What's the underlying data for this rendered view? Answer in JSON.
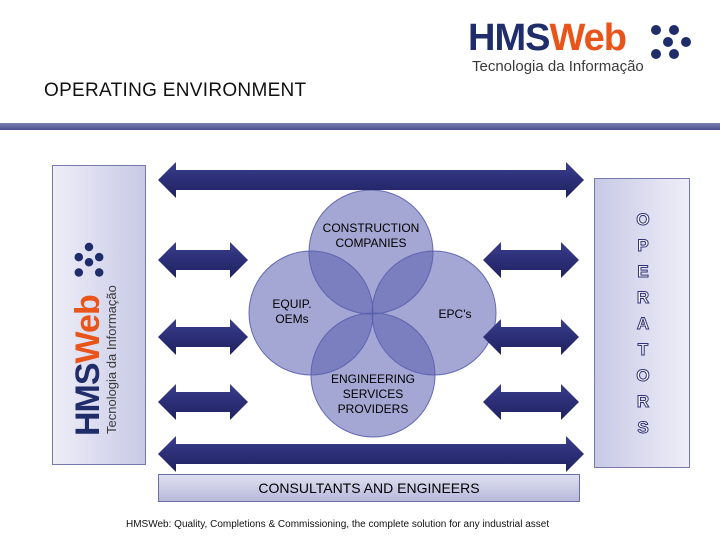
{
  "logo": {
    "brand_hms": "HMS",
    "brand_web": "Web",
    "tagline": "Tecnologia da Informação",
    "icon": "chevron-dots-icon"
  },
  "title": "OPERATING ENVIRONMENT",
  "diagram": {
    "circles": {
      "top": "CONSTRUCTION\nCOMPANIES",
      "left": "EQUIP.\nOEMs",
      "right": "EPC's",
      "bottom": "ENGINEERING\nSERVICES\nPROVIDERS"
    },
    "operators_letters": [
      "O",
      "P",
      "E",
      "R",
      "A",
      "T",
      "O",
      "R",
      "S"
    ],
    "consultants": "CONSULTANTS AND ENGINEERS"
  },
  "footer": "HMSWeb: Quality, Completions & Commissioning, the complete solution for any industrial asset",
  "colors": {
    "navy": "#1f2d6b",
    "orange": "#e8541a",
    "arrow": "#2a2d77",
    "circle_fill": "#5a5fae"
  }
}
